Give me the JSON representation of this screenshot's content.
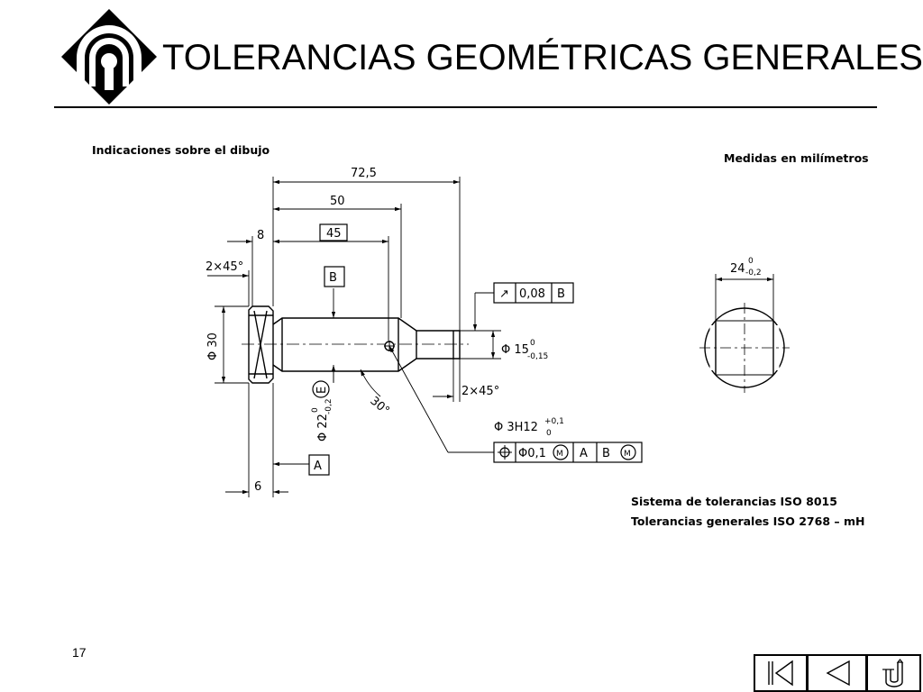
{
  "header": {
    "title": "TOLERANCIAS GEOMÉTRICAS GENERALES.",
    "logo_icon": "institution-logo-icon"
  },
  "drawing": {
    "label_indicaciones": "Indicaciones sobre el dibujo",
    "label_medidas": "Medidas en milímetros",
    "dim_72_5": "72,5",
    "dim_50": "50",
    "dim_8": "8",
    "dim_45": "45",
    "chamfer_left": "2×45°",
    "datum_b": "B",
    "datum_a": "A",
    "dia_30": "Φ 30",
    "dia_15": "Φ 15",
    "dia_15_upper": "0",
    "dia_15_lower": "-0,15",
    "dia_22": "Φ 22",
    "dia_22_upper": "0",
    "dia_22_lower": "-0,2",
    "envelope": "E",
    "angle_30": "30°",
    "chamfer_right": "2×45°",
    "dim_6": "6",
    "runout_symbol": "↗",
    "runout_value": "0,08",
    "runout_datum": "B",
    "hole_spec": "Φ 3H12",
    "hole_upper": "+0,1",
    "hole_lower": "0",
    "position_value": "Φ0,1",
    "position_mod_1": "M",
    "position_datum_a": "A",
    "position_datum_b": "B",
    "position_mod_2": "M",
    "section_dim": "24",
    "section_upper": "0",
    "section_lower": "-0,2",
    "note_line_1": "Sistema de tolerancias ISO 8015",
    "note_line_2": "Tolerancias generales ISO 2768 – mH"
  },
  "footer": {
    "page_number": "17",
    "nav": {
      "first_icon": "first-slide-icon",
      "prev_icon": "previous-slide-icon",
      "return_icon": "return-icon"
    }
  }
}
